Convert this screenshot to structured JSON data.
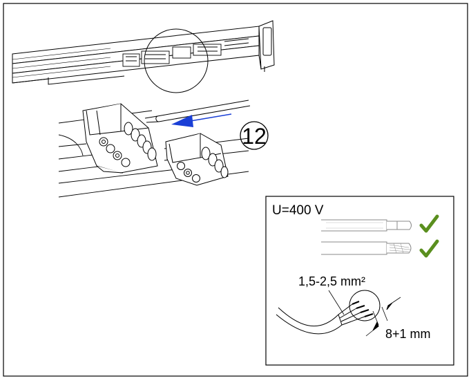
{
  "step_number": "12",
  "info_box": {
    "voltage": "U=400 V",
    "wire_size": "1,5-2,5 mm²",
    "strip_length": "8+1 mm"
  },
  "colors": {
    "arrow": "#1a3fd6",
    "check": "#5a8f1e",
    "line": "#000000"
  },
  "icons": [
    "checkmark-icon",
    "checkmark-icon"
  ]
}
